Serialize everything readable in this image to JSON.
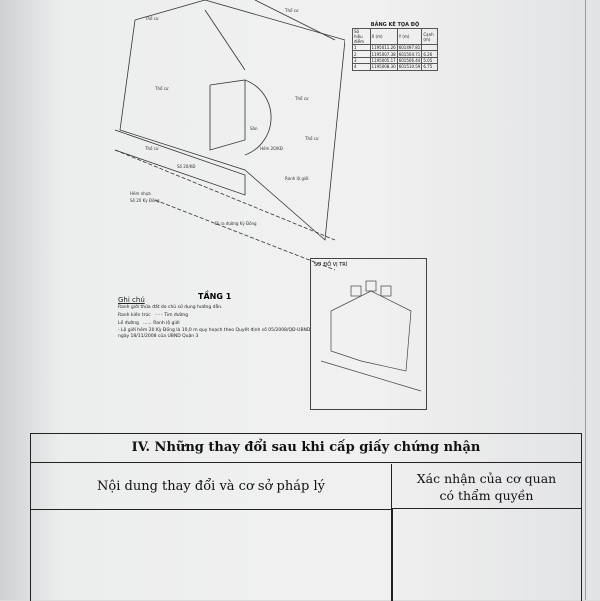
{
  "plan": {
    "labels": [
      "Thổ cư",
      "Thổ cư",
      "Thổ cư",
      "Thổ cư",
      "Thổ cư",
      "Thổ cư",
      "Hẻm 20/KĐ",
      "Số 20/KĐ",
      "Hẻm nhựa",
      "Số 20 Kỳ Đồng",
      "Đi ra đường Kỳ Đồng",
      "Ranh lộ giới",
      "Sân"
    ],
    "floor_title": "TẦNG 1"
  },
  "coord_table": {
    "title": "BẢNG KÊ TỌA ĐỘ",
    "headers": [
      "Số hiệu điểm",
      "X (m)",
      "Y (m)",
      "Cạnh (m)"
    ],
    "rows": [
      [
        "1",
        "1195011.26",
        "601497.81",
        ""
      ],
      [
        "2",
        "1195007.38",
        "601504.71",
        "6.26"
      ],
      [
        "3",
        "1195005.17",
        "601506.44",
        "5.05"
      ],
      [
        "4",
        "1195008.30",
        "601510.59",
        "6.75"
      ]
    ]
  },
  "legend": {
    "title": "Ghi chú",
    "items": [
      "Ranh giới thửa đất do chủ sử dụng hướng dẫn.",
      "Ranh kiến trúc",
      "Tim đường",
      "Lề đường",
      "Ranh lộ giới"
    ],
    "note": "- Lộ giới hẻm 20 Kỳ Đồng là 10,0 m quy hoạch theo Quyết định số 05/2008/QĐ-UBND ngày 18/11/2008 của UBND Quận 3"
  },
  "inset": {
    "title": "SƠ ĐỒ VỊ TRÍ"
  },
  "section": {
    "title": "IV. Những thay đổi sau khi cấp giấy chứng nhận",
    "col1": "Nội dung thay đổi và cơ sở pháp lý",
    "col2_line1": "Xác nhận của cơ quan",
    "col2_line2": "có thẩm quyền"
  }
}
